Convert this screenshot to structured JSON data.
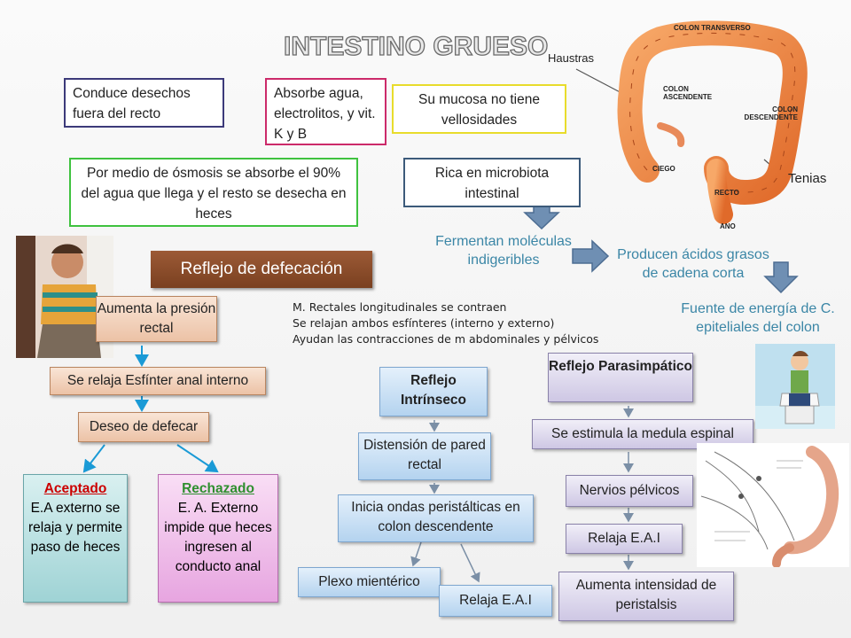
{
  "title": "INTESTINO GRUESO",
  "functions": {
    "box1": "Conduce desechos fuera del recto",
    "box2": "Absorbe agua, electrolitos, y vit. K y B",
    "box3": "Su mucosa no tiene vellosidades",
    "box4": "Por medio de ósmosis  se absorbe el 90% del agua que llega y el resto se desecha en heces",
    "box5": "Rica en microbiota intestinal"
  },
  "microbiota_flow": {
    "ferment": "Fermentan moléculas indigeribles",
    "acids": "Producen ácidos grasos de cadena corta",
    "energy": "Fuente de energía de C. epiteliales del colon"
  },
  "anatomy_labels": {
    "haustras": "Haustras",
    "tenias": "Tenias",
    "colon_transverso": "COLON TRANSVERSO",
    "colon_ascendente": "COLON ASCENDENTE",
    "colon_descendente": "COLON DESCENDENTE",
    "ciego": "CIEGO",
    "recto": "RECTO",
    "ano": "ANO"
  },
  "reflex_title": "Reflejo de defecación",
  "defecation": {
    "step1": "Aumenta la presión rectal",
    "step2": "Se relaja Esfínter anal interno",
    "step3": "Deseo de defecar",
    "accepted": {
      "heading": "Aceptado",
      "body": "E.A externo se relaja y permite paso de heces"
    },
    "rejected": {
      "heading": "Rechazado",
      "body": "E. A. Externo impide que heces ingresen al conducto anal"
    }
  },
  "notes": [
    "M. Rectales longitudinales  se contraen",
    "Se relajan ambos esfínteres (interno y externo)",
    "Ayudan las contracciones  de m abdominales y pélvicos"
  ],
  "intrinsic": {
    "title": "Reflejo Intrínseco",
    "step1": "Distensión de pared rectal",
    "step2": "Inicia ondas peristálticas en colon descendente",
    "step3a": "Plexo mientérico",
    "step3b": "Relaja E.A.I"
  },
  "parasympathetic": {
    "title": "Reflejo Parasimpático",
    "step1": "Se estimula la medula espinal",
    "step2": "Nervios pélvicos",
    "step3": "Relaja E.A.I",
    "step4": "Aumenta intensidad de peristalsis"
  },
  "colors": {
    "accepted_heading": "#cc0000",
    "rejected_heading": "#2f8f2f",
    "teal_text": "#3b86a6",
    "title_outline": "#6b6b6b"
  }
}
